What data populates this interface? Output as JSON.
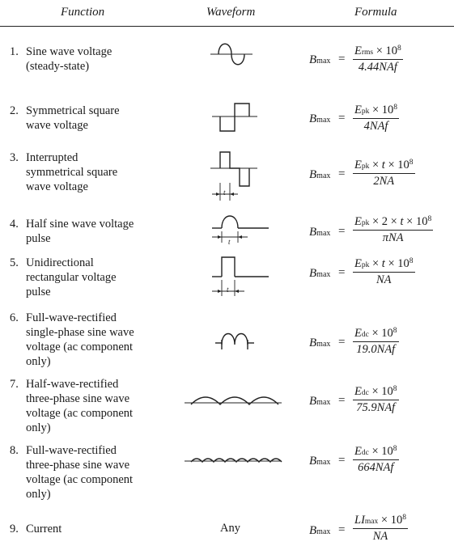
{
  "headers": {
    "function": "Function",
    "waveform": "Waveform",
    "formula": "Formula"
  },
  "symbols": {
    "b": "B",
    "b_sub": "max",
    "equals": "=",
    "times": "×",
    "ten": "10",
    "exp": "8",
    "t_label": "t"
  },
  "rows": [
    {
      "num": "1.",
      "lines": [
        "Sine wave voltage",
        "(steady-state)"
      ],
      "numer": {
        "e": "E",
        "esub": "rms"
      },
      "denom": "4.44NAf"
    },
    {
      "num": "2.",
      "lines": [
        "Symmetrical square",
        "wave voltage"
      ],
      "numer": {
        "e": "E",
        "esub": "pk"
      },
      "denom": "4NAf"
    },
    {
      "num": "3.",
      "lines": [
        "Interrupted",
        "symmetrical square",
        "wave voltage"
      ],
      "numer": {
        "e": "E",
        "esub": "pk",
        "mid": "t"
      },
      "denom": "2NA"
    },
    {
      "num": "4.",
      "lines": [
        "Half sine wave voltage",
        "pulse"
      ],
      "numer": {
        "e": "E",
        "esub": "pk",
        "mid": "2",
        "mid2": "t"
      },
      "denom": "πNA"
    },
    {
      "num": "5.",
      "lines": [
        "Unidirectional",
        "rectangular voltage",
        "pulse"
      ],
      "numer": {
        "e": "E",
        "esub": "pk",
        "mid": "t"
      },
      "denom": "NA"
    },
    {
      "num": "6.",
      "lines": [
        "Full-wave-rectified",
        "single-phase sine wave",
        "voltage (ac component",
        "only)"
      ],
      "numer": {
        "e": "E",
        "esub": "dc"
      },
      "denom": "19.0NAf"
    },
    {
      "num": "7.",
      "lines": [
        "Half-wave-rectified",
        "three-phase sine wave",
        "voltage (ac component",
        "only)"
      ],
      "numer": {
        "e": "E",
        "esub": "dc"
      },
      "denom": "75.9NAf"
    },
    {
      "num": "8.",
      "lines": [
        "Full-wave-rectified",
        "three-phase sine wave",
        "voltage (ac component",
        "only)"
      ],
      "numer": {
        "e": "E",
        "esub": "dc"
      },
      "denom": "664NAf"
    },
    {
      "num": "9.",
      "lines": [
        "Current"
      ],
      "waveform_text": "Any",
      "numer": {
        "e": "LI",
        "esub": "max"
      },
      "denom": "NA"
    }
  ]
}
